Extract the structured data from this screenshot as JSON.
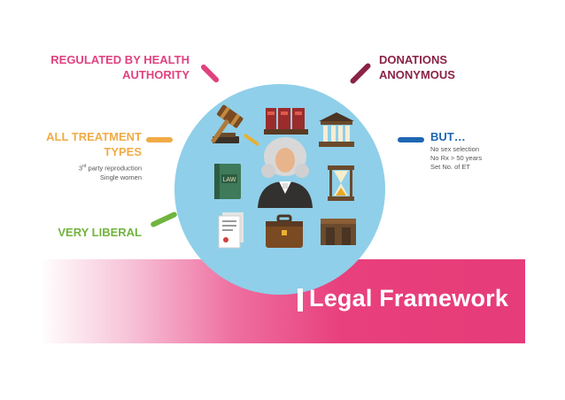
{
  "colors": {
    "pink": "#e0427f",
    "maroon": "#8b2247",
    "orange": "#f1ab45",
    "blue": "#1f66b3",
    "green": "#71b43e",
    "circle": "#8fcfe9",
    "banner": "#e63c79"
  },
  "title": "Legal Framework",
  "labels": {
    "regulated": [
      "REGULATED BY HEALTH",
      "AUTHORITY"
    ],
    "donations": [
      "DONATIONS",
      "ANONYMOUS"
    ],
    "treatment": [
      "ALL TREATMENT",
      "TYPES"
    ],
    "treatment_sub": [
      "party reproduction",
      "Single women"
    ],
    "treatment_sup": "3",
    "treatment_sup_suffix": "rd",
    "but": "BUT…",
    "but_items": [
      "No sex selection",
      "No Rx > 50 years",
      "Set No. of ET"
    ],
    "liberal": "VERY LIBERAL"
  },
  "icons": {
    "gavel": "gavel-icon",
    "books": "books-icon",
    "courthouse": "courthouse-icon",
    "judge": "judge-icon",
    "law_book": "law-book-icon",
    "law_book_text": "LAW",
    "hourglass": "hourglass-icon",
    "document": "document-icon",
    "briefcase": "briefcase-icon",
    "box": "box-icon"
  }
}
